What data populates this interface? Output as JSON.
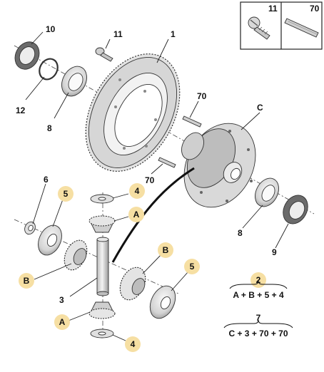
{
  "labels": {
    "l1": "1",
    "l3": "3",
    "l6": "6",
    "l8a": "8",
    "l8b": "8",
    "l9": "9",
    "l10": "10",
    "l11": "11",
    "l12": "12",
    "l70a": "70",
    "l70b": "70",
    "lC": "C"
  },
  "badges": {
    "b2": "2",
    "b4a": "4",
    "b4b": "4",
    "b5a": "5",
    "b5b": "5",
    "bAa": "A",
    "bAb": "A",
    "bBa": "B",
    "bBb": "B"
  },
  "inset": {
    "item_left": "11",
    "item_right": "70"
  },
  "formulas": {
    "kit2_components": "A + B + 5 + 4",
    "kit7_label": "7",
    "kit7_components": "C + 3 + 70 + 70"
  },
  "colors": {
    "badge_fill": "#f6dfa3",
    "part_fill": "#e6e6e6",
    "part_dark": "#8c8c8c"
  }
}
